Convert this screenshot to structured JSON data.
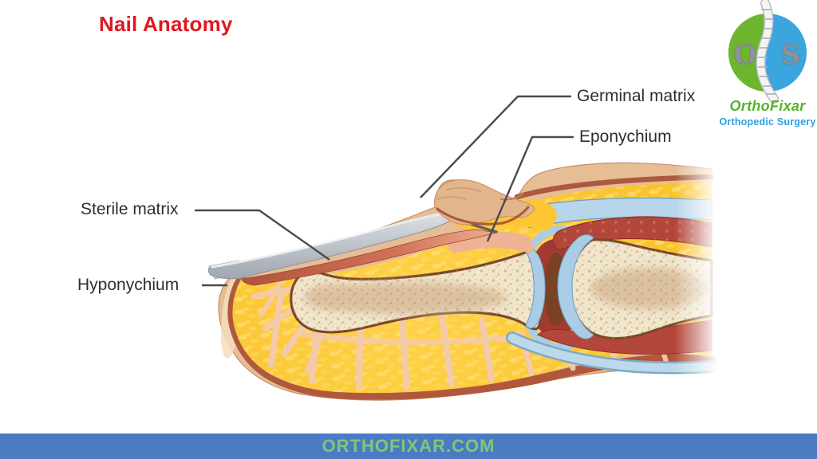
{
  "page": {
    "title": "Nail Anatomy"
  },
  "annotations": {
    "germinal_matrix": "Germinal matrix",
    "eponychium": "Eponychium",
    "sterile_matrix": "Sterile matrix",
    "hyponychium": "Hyponychium"
  },
  "logo": {
    "monogram_left": "O",
    "monogram_right": "S",
    "brand": "OrthoFixar",
    "tagline": "Orthopedic Surgery"
  },
  "footer": {
    "site": "ORTHOFIXAR.COM"
  },
  "colors": {
    "title_red": "#e0181d",
    "label_gray": "#2e2e2e",
    "footer_bg": "#4a7bc3",
    "footer_text": "#7dc878",
    "logo_green": "#6cb52d",
    "logo_blue": "#3aa5de",
    "brand_green": "#54b327",
    "tagline_blue": "#2ba0df",
    "skin": "#e6bd95",
    "dermis": "#b0583e",
    "fat_yellow": "#fdc733",
    "nail_gray": "#b6bbc2",
    "bone": "#f0e6cc",
    "cartilage_blue": "#aacce4",
    "tissue_red": "#b4473c"
  }
}
